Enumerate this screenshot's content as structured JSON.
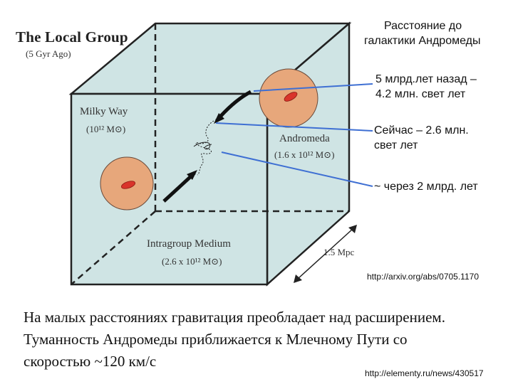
{
  "diagram": {
    "title": "The Local Group",
    "subtitle": "(5 Gyr Ago)",
    "milky_way": {
      "name": "Milky Way",
      "mass": "(10¹² M⊙)"
    },
    "andromeda": {
      "name": "Andromeda",
      "mass": "(1.6 x 10¹² M⊙)"
    },
    "medium": {
      "name": "Intragroup Medium",
      "mass": "(2.6 x 10¹² M⊙)"
    },
    "scale": "1.5 Mpc"
  },
  "annotations": {
    "header_line1": "Расстояние до",
    "header_line2": "галактики Андромеды",
    "past_line1": "5 млрд.лет назад –",
    "past_line2": "4.2 млн. свет лет",
    "now_line1": "Сейчас – 2.6 млн.",
    "now_line2": "свет лет",
    "future": "~ через 2 млрд. лет",
    "source1": "http://arxiv.org/abs/0705.1170"
  },
  "caption": {
    "line1": "На малых расстояниях гравитация преобладает над расширением.",
    "line2": "Туманность Андромеды приближается к Млечному Пути со",
    "line3": "скоростью  ~120 км/с"
  },
  "source2": "http://elementy.ru/news/430517",
  "colors": {
    "cube_fill": "#cfe4e4",
    "galaxy_fill": "#e7a77b",
    "galaxy_core": "#d9342b",
    "pointer_line": "#3e6fd3"
  }
}
